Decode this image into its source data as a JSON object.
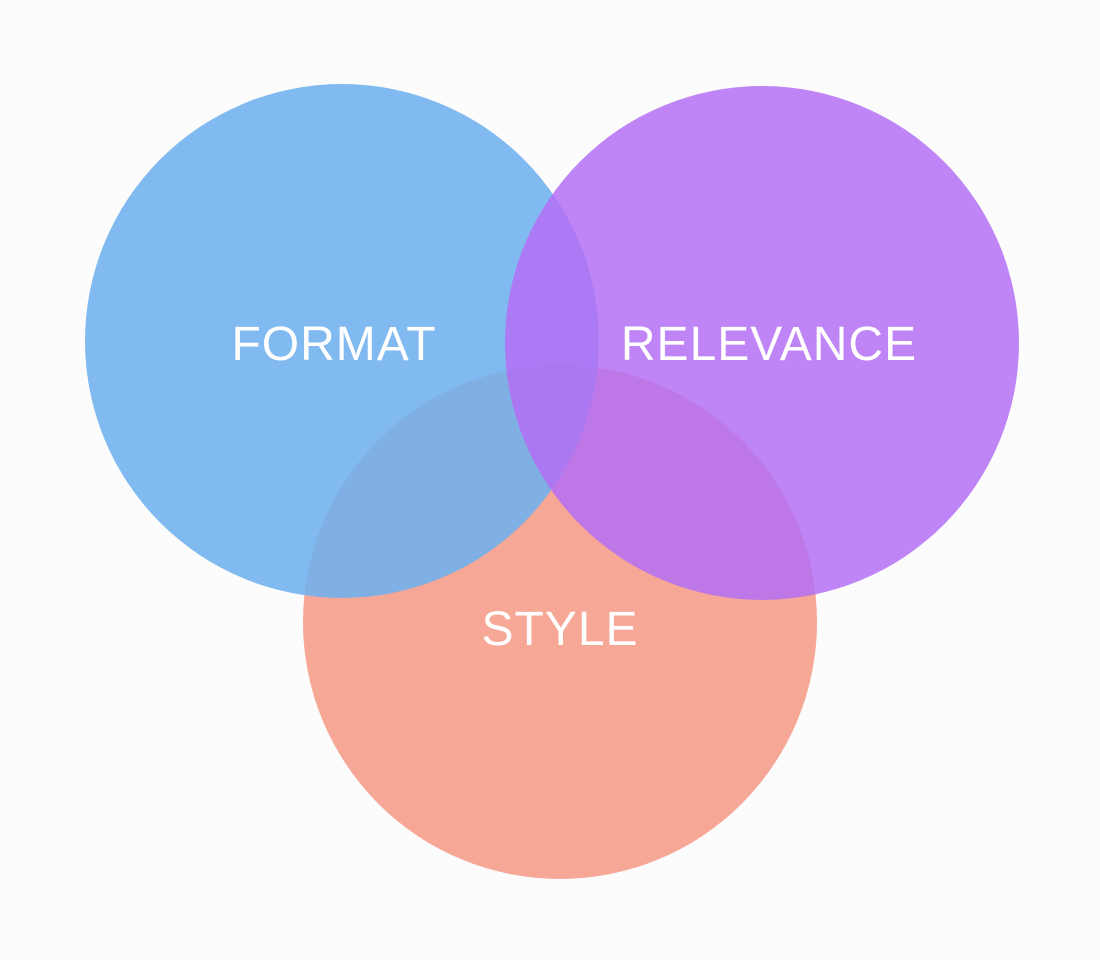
{
  "diagram": {
    "type": "venn",
    "circles": [
      {
        "id": "format",
        "label": "FORMAT",
        "color": "#7fbbf0"
      },
      {
        "id": "relevance",
        "label": "RELEVANCE",
        "color": "#bf83f5"
      },
      {
        "id": "style",
        "label": "STYLE",
        "color": "#f7a290"
      }
    ]
  }
}
